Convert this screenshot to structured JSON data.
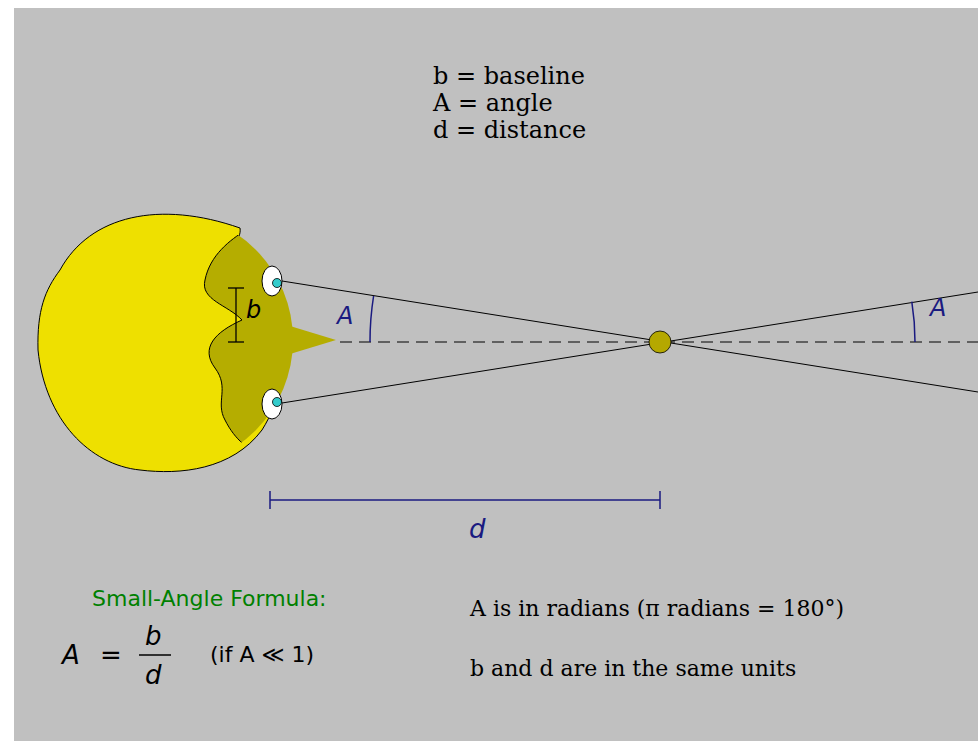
{
  "diagram": {
    "labels": [
      "b = baseline",
      "A = angle",
      "d = distance",
      "b",
      "A",
      "A",
      "d",
      "Small-Angle Formula:",
      "A",
      "=",
      "b",
      "d",
      "(if A ≪ 1)",
      "A is in radians (π radians = 180°)",
      "b and d are in the same units"
    ]
  }
}
